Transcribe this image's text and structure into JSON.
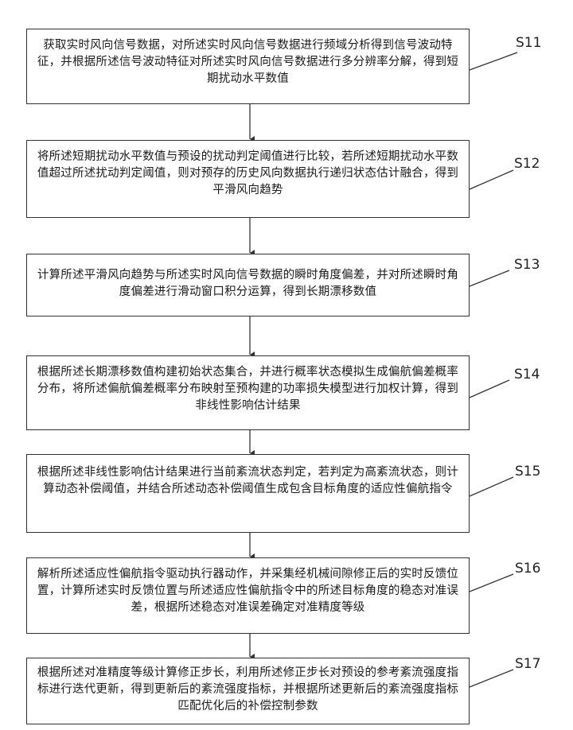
{
  "steps": [
    {
      "id": "S11",
      "text": "获取实时风向信号数据，对所述实时风向信号数据进行频域分析得到信号波动特征，并根据所述信号波动特征对所述实时风向信号数据进行多分辨率分解，得到短期扰动水平数值"
    },
    {
      "id": "S12",
      "text": "将所述短期扰动水平数值与预设的扰动判定阈值进行比较，若所述短期扰动水平数值超过所述扰动判定阈值，则对预存的历史风向数据执行递归状态估计融合，得到平滑风向趋势"
    },
    {
      "id": "S13",
      "text": "计算所述平滑风向趋势与所述实时风向信号数据的瞬时角度偏差，并对所述瞬时角度偏差进行滑动窗口积分运算，得到长期漂移数值"
    },
    {
      "id": "S14",
      "text": "根据所述长期漂移数值构建初始状态集合，并进行概率状态模拟生成偏航偏差概率分布，将所述偏航偏差概率分布映射至预构建的功率损失模型进行加权计算，得到非线性影响估计结果"
    },
    {
      "id": "S15",
      "text": "根据所述非线性影响估计结果进行当前紊流状态判定，若判定为高紊流状态，则计算动态补偿阈值，并结合所述动态补偿阈值生成包含目标角度的适应性偏航指令"
    },
    {
      "id": "S16",
      "text": "解析所述适应性偏航指令驱动执行器动作，并采集经机械间隙修正后的实时反馈位置，计算所述实时反馈位置与所述适应性偏航指令中的所述目标角度的稳态对准误差，根据所述稳态对准误差确定对准精度等级"
    },
    {
      "id": "S17",
      "text": "根据所述对准精度等级计算修正步长，利用所述修正步长对预设的参考紊流强度指标进行迭代更新，得到更新后的紊流强度指标，并根据所述更新后的紊流强度指标匹配优化后的补偿控制参数"
    }
  ]
}
